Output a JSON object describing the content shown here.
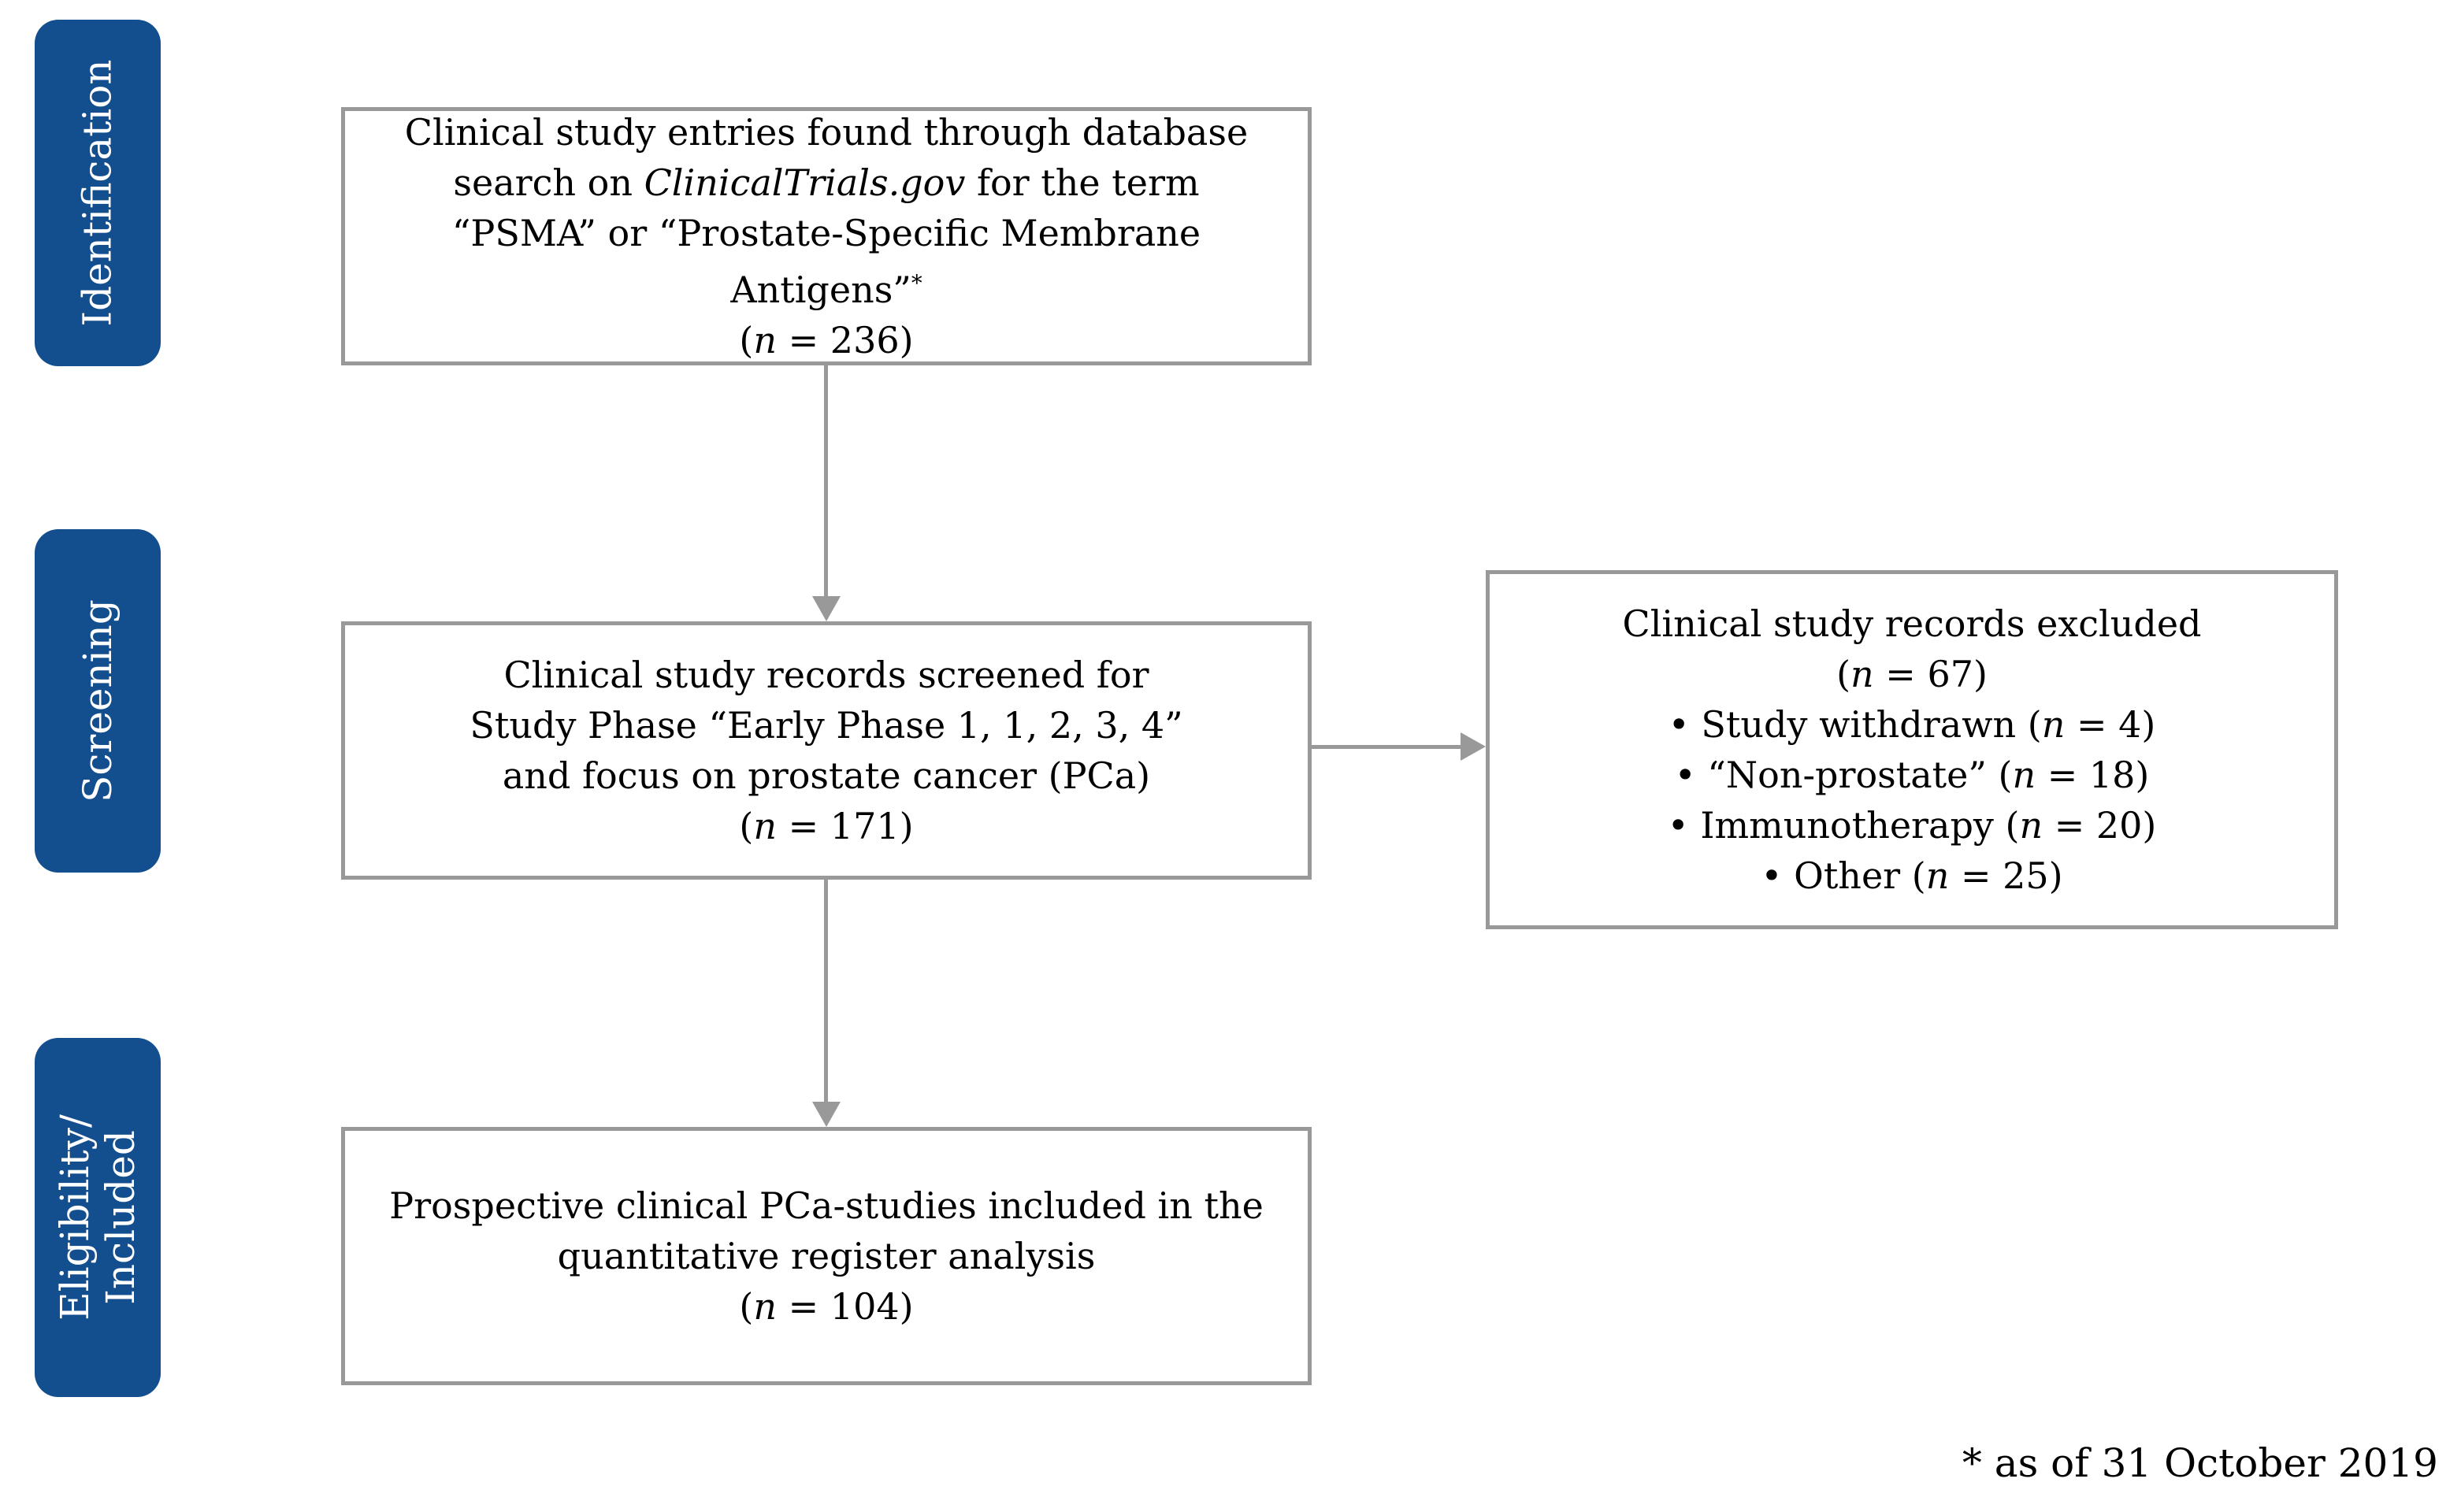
{
  "colors": {
    "stage_pill_fill": "#134E8F",
    "stage_pill_text": "#FFFFFF",
    "box_border": "#999999",
    "arrow": "#999999",
    "box_text": "#000000",
    "background": "#FFFFFF"
  },
  "stages": [
    {
      "id": "identification",
      "label_lines": [
        "Identification"
      ]
    },
    {
      "id": "screening",
      "label_lines": [
        "Screening"
      ]
    },
    {
      "id": "eligibility_included",
      "label_lines": [
        "Eligibility/",
        "Included"
      ]
    }
  ],
  "boxes": {
    "identification": {
      "n": 236,
      "lines": [
        [
          {
            "t": "Clinical study entries found through database"
          }
        ],
        [
          {
            "t": "search on "
          },
          {
            "t": "ClinicalTrials.gov",
            "i": true
          },
          {
            "t": " for the term"
          }
        ],
        [
          {
            "t": "“PSMA” or “Prostate-Specific Membrane"
          }
        ],
        [
          {
            "t": "Antigens”"
          },
          {
            "t": "*",
            "sup": true
          }
        ],
        [
          {
            "t": "("
          },
          {
            "t": "n",
            "i": true
          },
          {
            "t": " = 236)"
          }
        ]
      ]
    },
    "screening": {
      "n": 171,
      "lines": [
        [
          {
            "t": "Clinical study records screened for"
          }
        ],
        [
          {
            "t": "Study Phase “Early Phase 1, 1, 2, 3, 4”"
          }
        ],
        [
          {
            "t": "and focus on prostate cancer (PCa)"
          }
        ],
        [
          {
            "t": "("
          },
          {
            "t": "n",
            "i": true
          },
          {
            "t": " = 171)"
          }
        ]
      ]
    },
    "excluded": {
      "n": 67,
      "lines": [
        [
          {
            "t": "Clinical study records excluded"
          }
        ],
        [
          {
            "t": "("
          },
          {
            "t": "n",
            "i": true
          },
          {
            "t": " = 67)"
          }
        ],
        [
          {
            "t": "• Study withdrawn ("
          },
          {
            "t": "n",
            "i": true
          },
          {
            "t": " = 4)"
          }
        ],
        [
          {
            "t": "• “Non-prostate” ("
          },
          {
            "t": "n",
            "i": true
          },
          {
            "t": " = 18)"
          }
        ],
        [
          {
            "t": "• Immunotherapy ("
          },
          {
            "t": "n",
            "i": true
          },
          {
            "t": " = 20)"
          }
        ],
        [
          {
            "t": "• Other ("
          },
          {
            "t": "n",
            "i": true
          },
          {
            "t": " = 25)"
          }
        ]
      ]
    },
    "included": {
      "n": 104,
      "lines": [
        [
          {
            "t": "Prospective clinical PCa-studies included in the"
          }
        ],
        [
          {
            "t": "quantitative register analysis"
          }
        ],
        [
          {
            "t": "("
          },
          {
            "t": "n",
            "i": true
          },
          {
            "t": " = 104)"
          }
        ]
      ]
    }
  },
  "footnote": "* as of 31 October 2019"
}
